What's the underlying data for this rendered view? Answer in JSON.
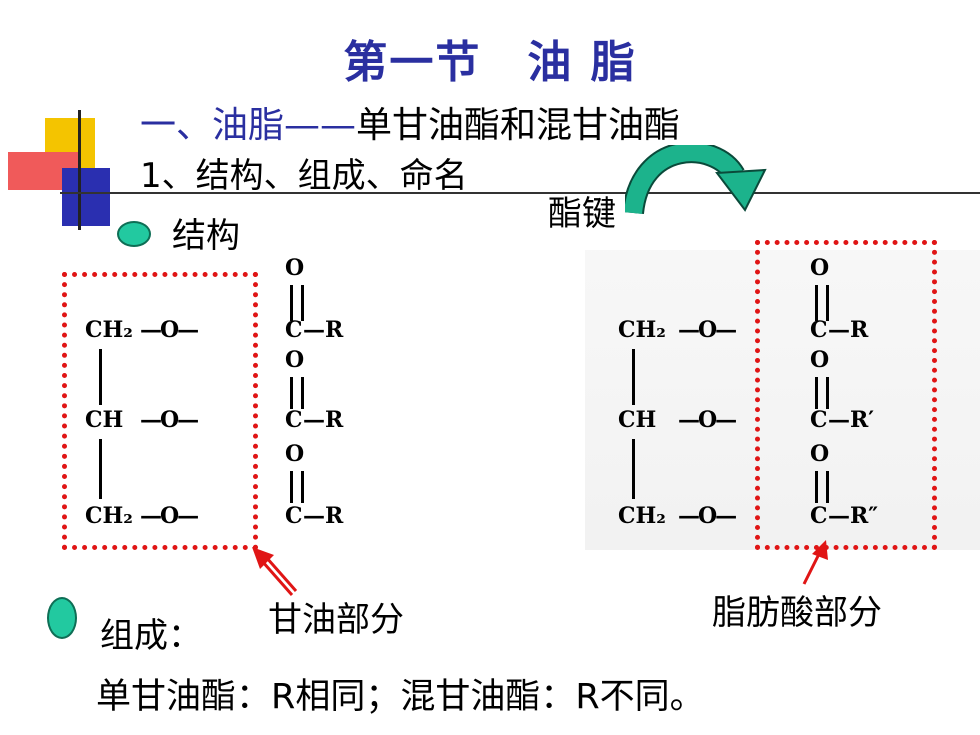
{
  "title": "第一节　油 脂",
  "subtitle": {
    "prefix": "一、油脂——",
    "rest": "单甘油酯和混甘油酯"
  },
  "heading1": "1、结构、组成、命名",
  "ester_bond_label": "酯键",
  "bullets": {
    "structure": "结构",
    "composition": "组成："
  },
  "glycerol_label": "甘油部分",
  "fatty_acid_label": "脂肪酸部分",
  "summary": "单甘油酯：R相同；混甘油酯：R不同。",
  "formula_left": {
    "O": "O",
    "CH2": "CH₂",
    "CH": "CH",
    "O_link": "—O—",
    "C": "C",
    "R1": "—R",
    "R2": "—R",
    "R3": "—R"
  },
  "formula_right": {
    "O": "O",
    "CH2": "CH₂",
    "CH": "CH",
    "O_link": "—O—",
    "C": "C",
    "R1": "—R",
    "R2": "—R′",
    "R3": "—R″"
  },
  "colors": {
    "title": "#2a2fa0",
    "accent_red": "#e01515",
    "bullet_green": "#22c9a0",
    "arrow_green": "#1cb38c"
  }
}
